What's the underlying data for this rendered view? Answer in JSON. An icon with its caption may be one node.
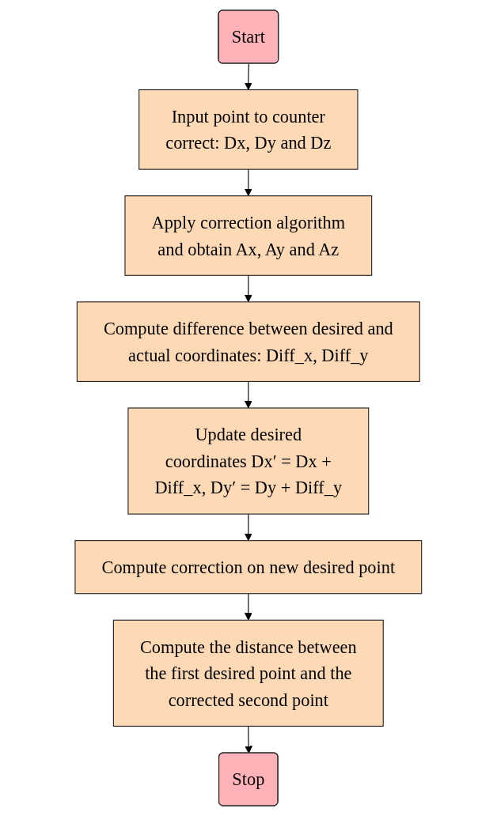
{
  "diagram": {
    "nodes": [
      {
        "text": [
          "Start"
        ]
      },
      {
        "text": [
          "Input point to counter correct: Dx, Dy and Dz"
        ]
      },
      {
        "text": [
          "Apply correction algorithm and obtain Ax, Ay and Az"
        ]
      },
      {
        "text": [
          "Compute difference between desired and actual coordinates: Diff_x, Diff_y"
        ]
      },
      {
        "text": [
          "Update desired coordinates Dx′ = Dx + Diff_x, Dy′ = Dy + Diff_y"
        ]
      },
      {
        "text": [
          "Compute correction on new desired point"
        ]
      },
      {
        "text": [
          "Compute the distance between the first desired point and the corrected second point"
        ]
      },
      {
        "text": [
          "Stop"
        ]
      }
    ],
    "edges": [
      {
        "from": 0,
        "to": 1,
        "arrow": "to"
      },
      {
        "from": 1,
        "to": 2,
        "arrow": "to"
      },
      {
        "from": 2,
        "to": 3,
        "arrow": "to"
      },
      {
        "from": 3,
        "to": 4,
        "arrow": "to"
      },
      {
        "from": 4,
        "to": 5,
        "arrow": "to"
      },
      {
        "from": 5,
        "to": 6,
        "arrow": "to"
      },
      {
        "from": 6,
        "to": 7,
        "arrow": "to"
      }
    ]
  }
}
